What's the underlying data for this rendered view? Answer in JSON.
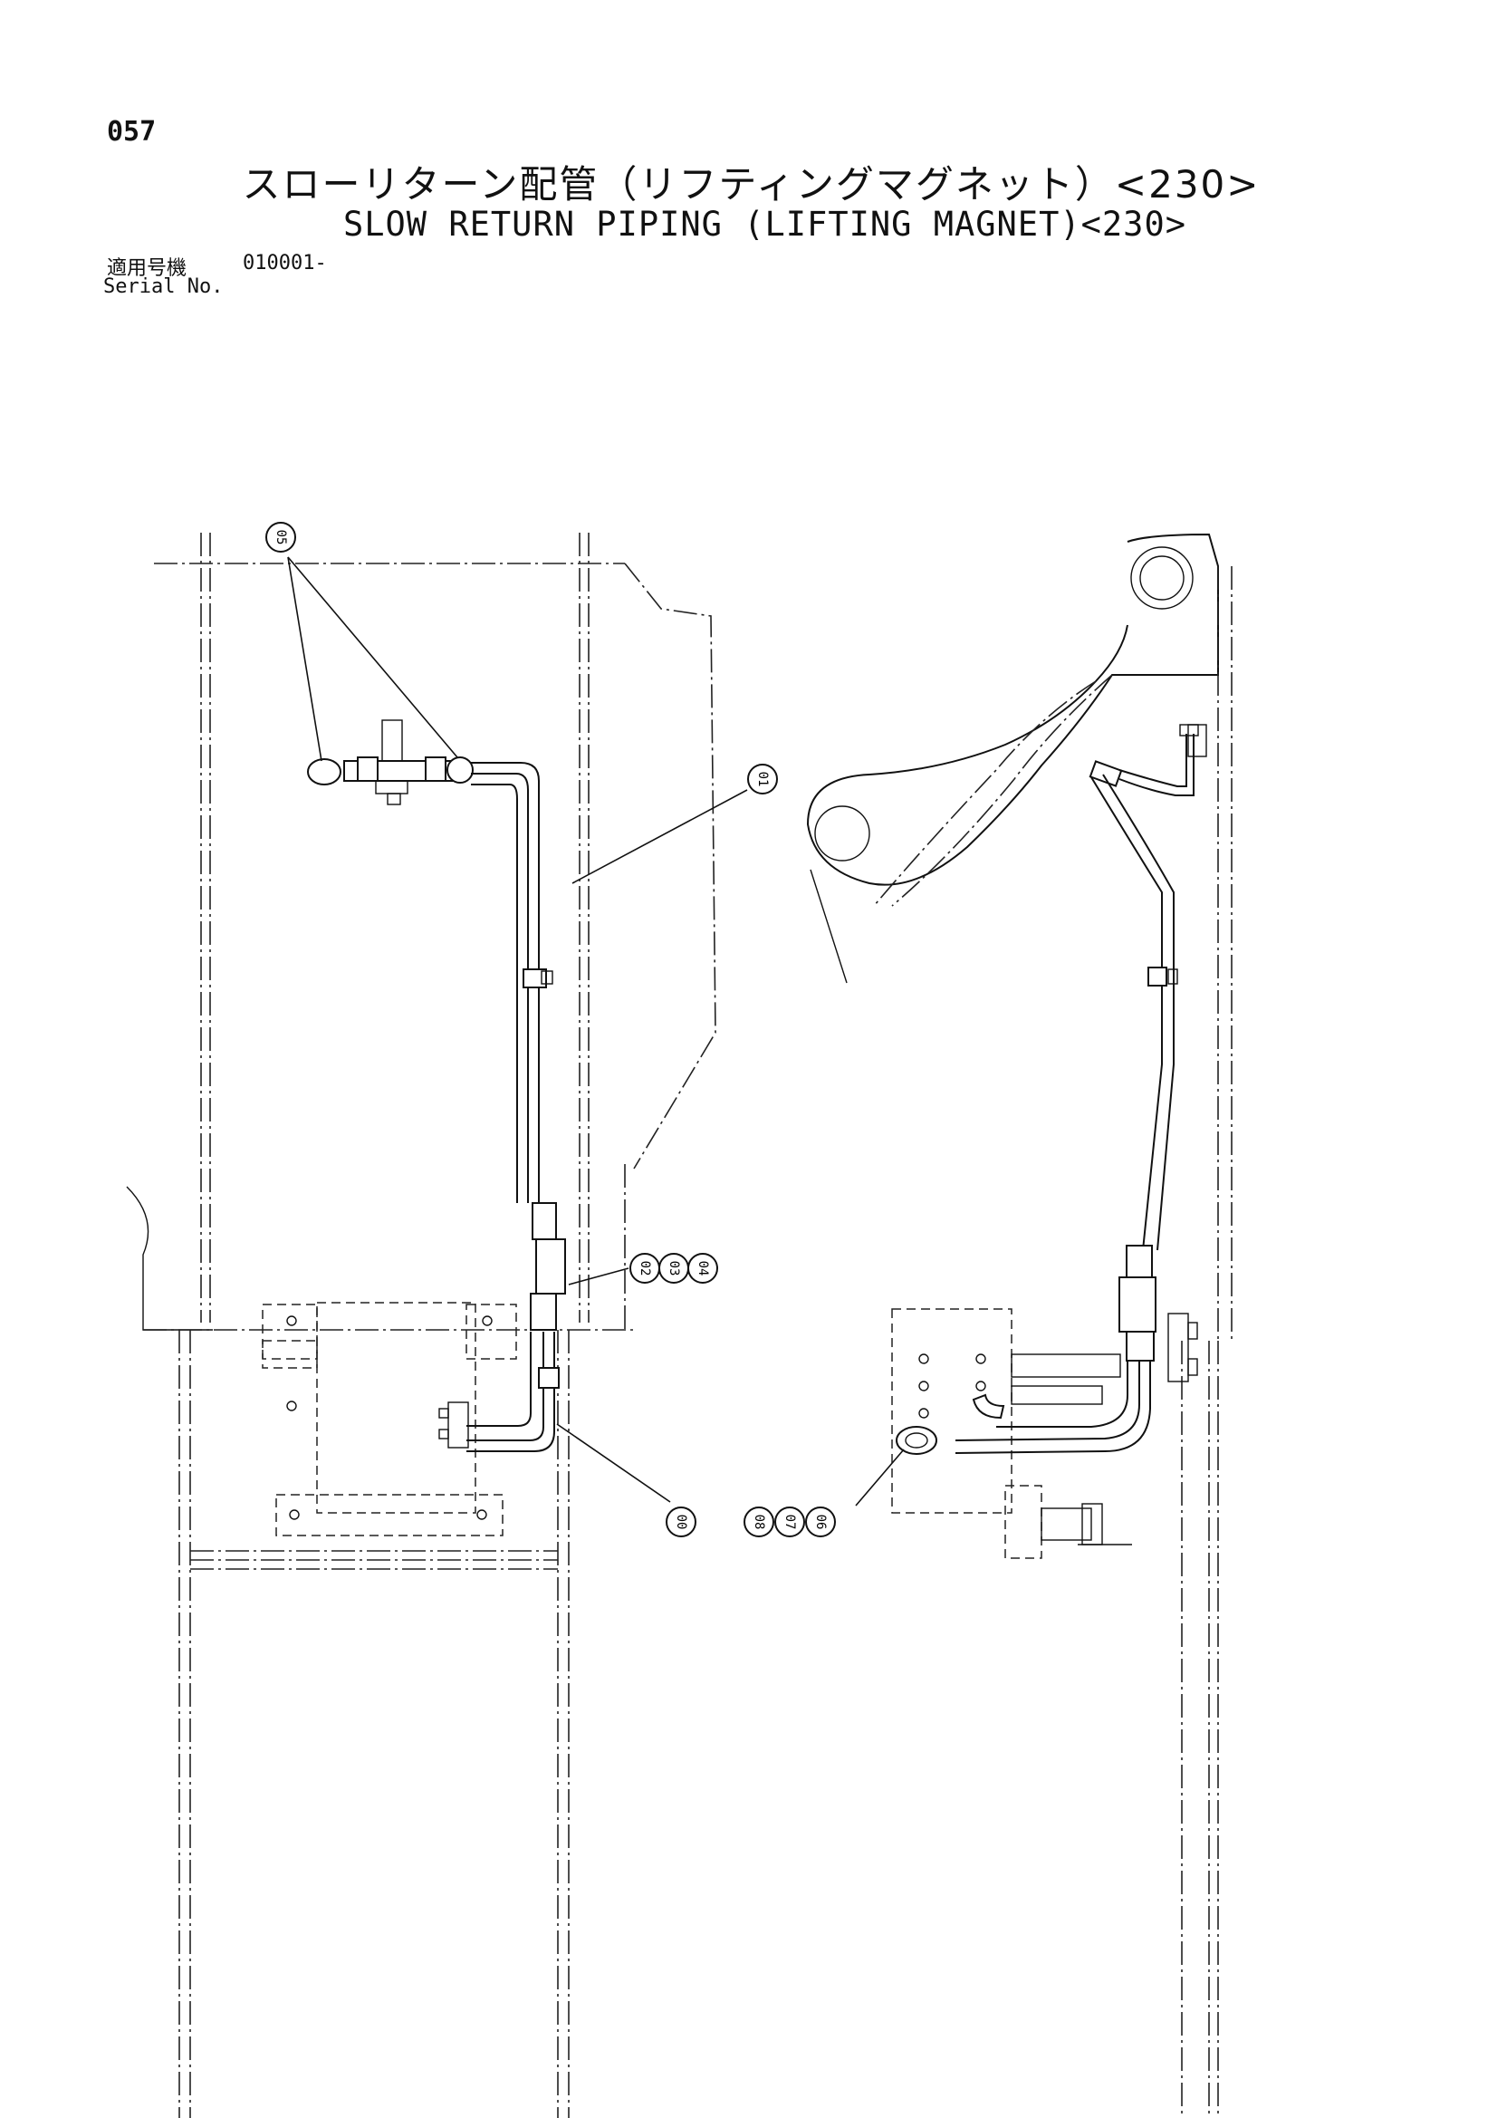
{
  "header": {
    "page_number": "057",
    "title_jp": "スローリターン配管（リフティングマグネット）<230>",
    "title_en": "SLOW RETURN PIPING (LIFTING MAGNET)<230>",
    "serial_label_jp": "適用号機",
    "serial_value": "010001-",
    "serial_label_en": "Serial No."
  },
  "callouts": {
    "c01": "01",
    "c02": "02",
    "c03": "03",
    "c04": "04",
    "c05": "05",
    "c06": "06",
    "c07": "07",
    "c08": "08",
    "c00": "00"
  }
}
